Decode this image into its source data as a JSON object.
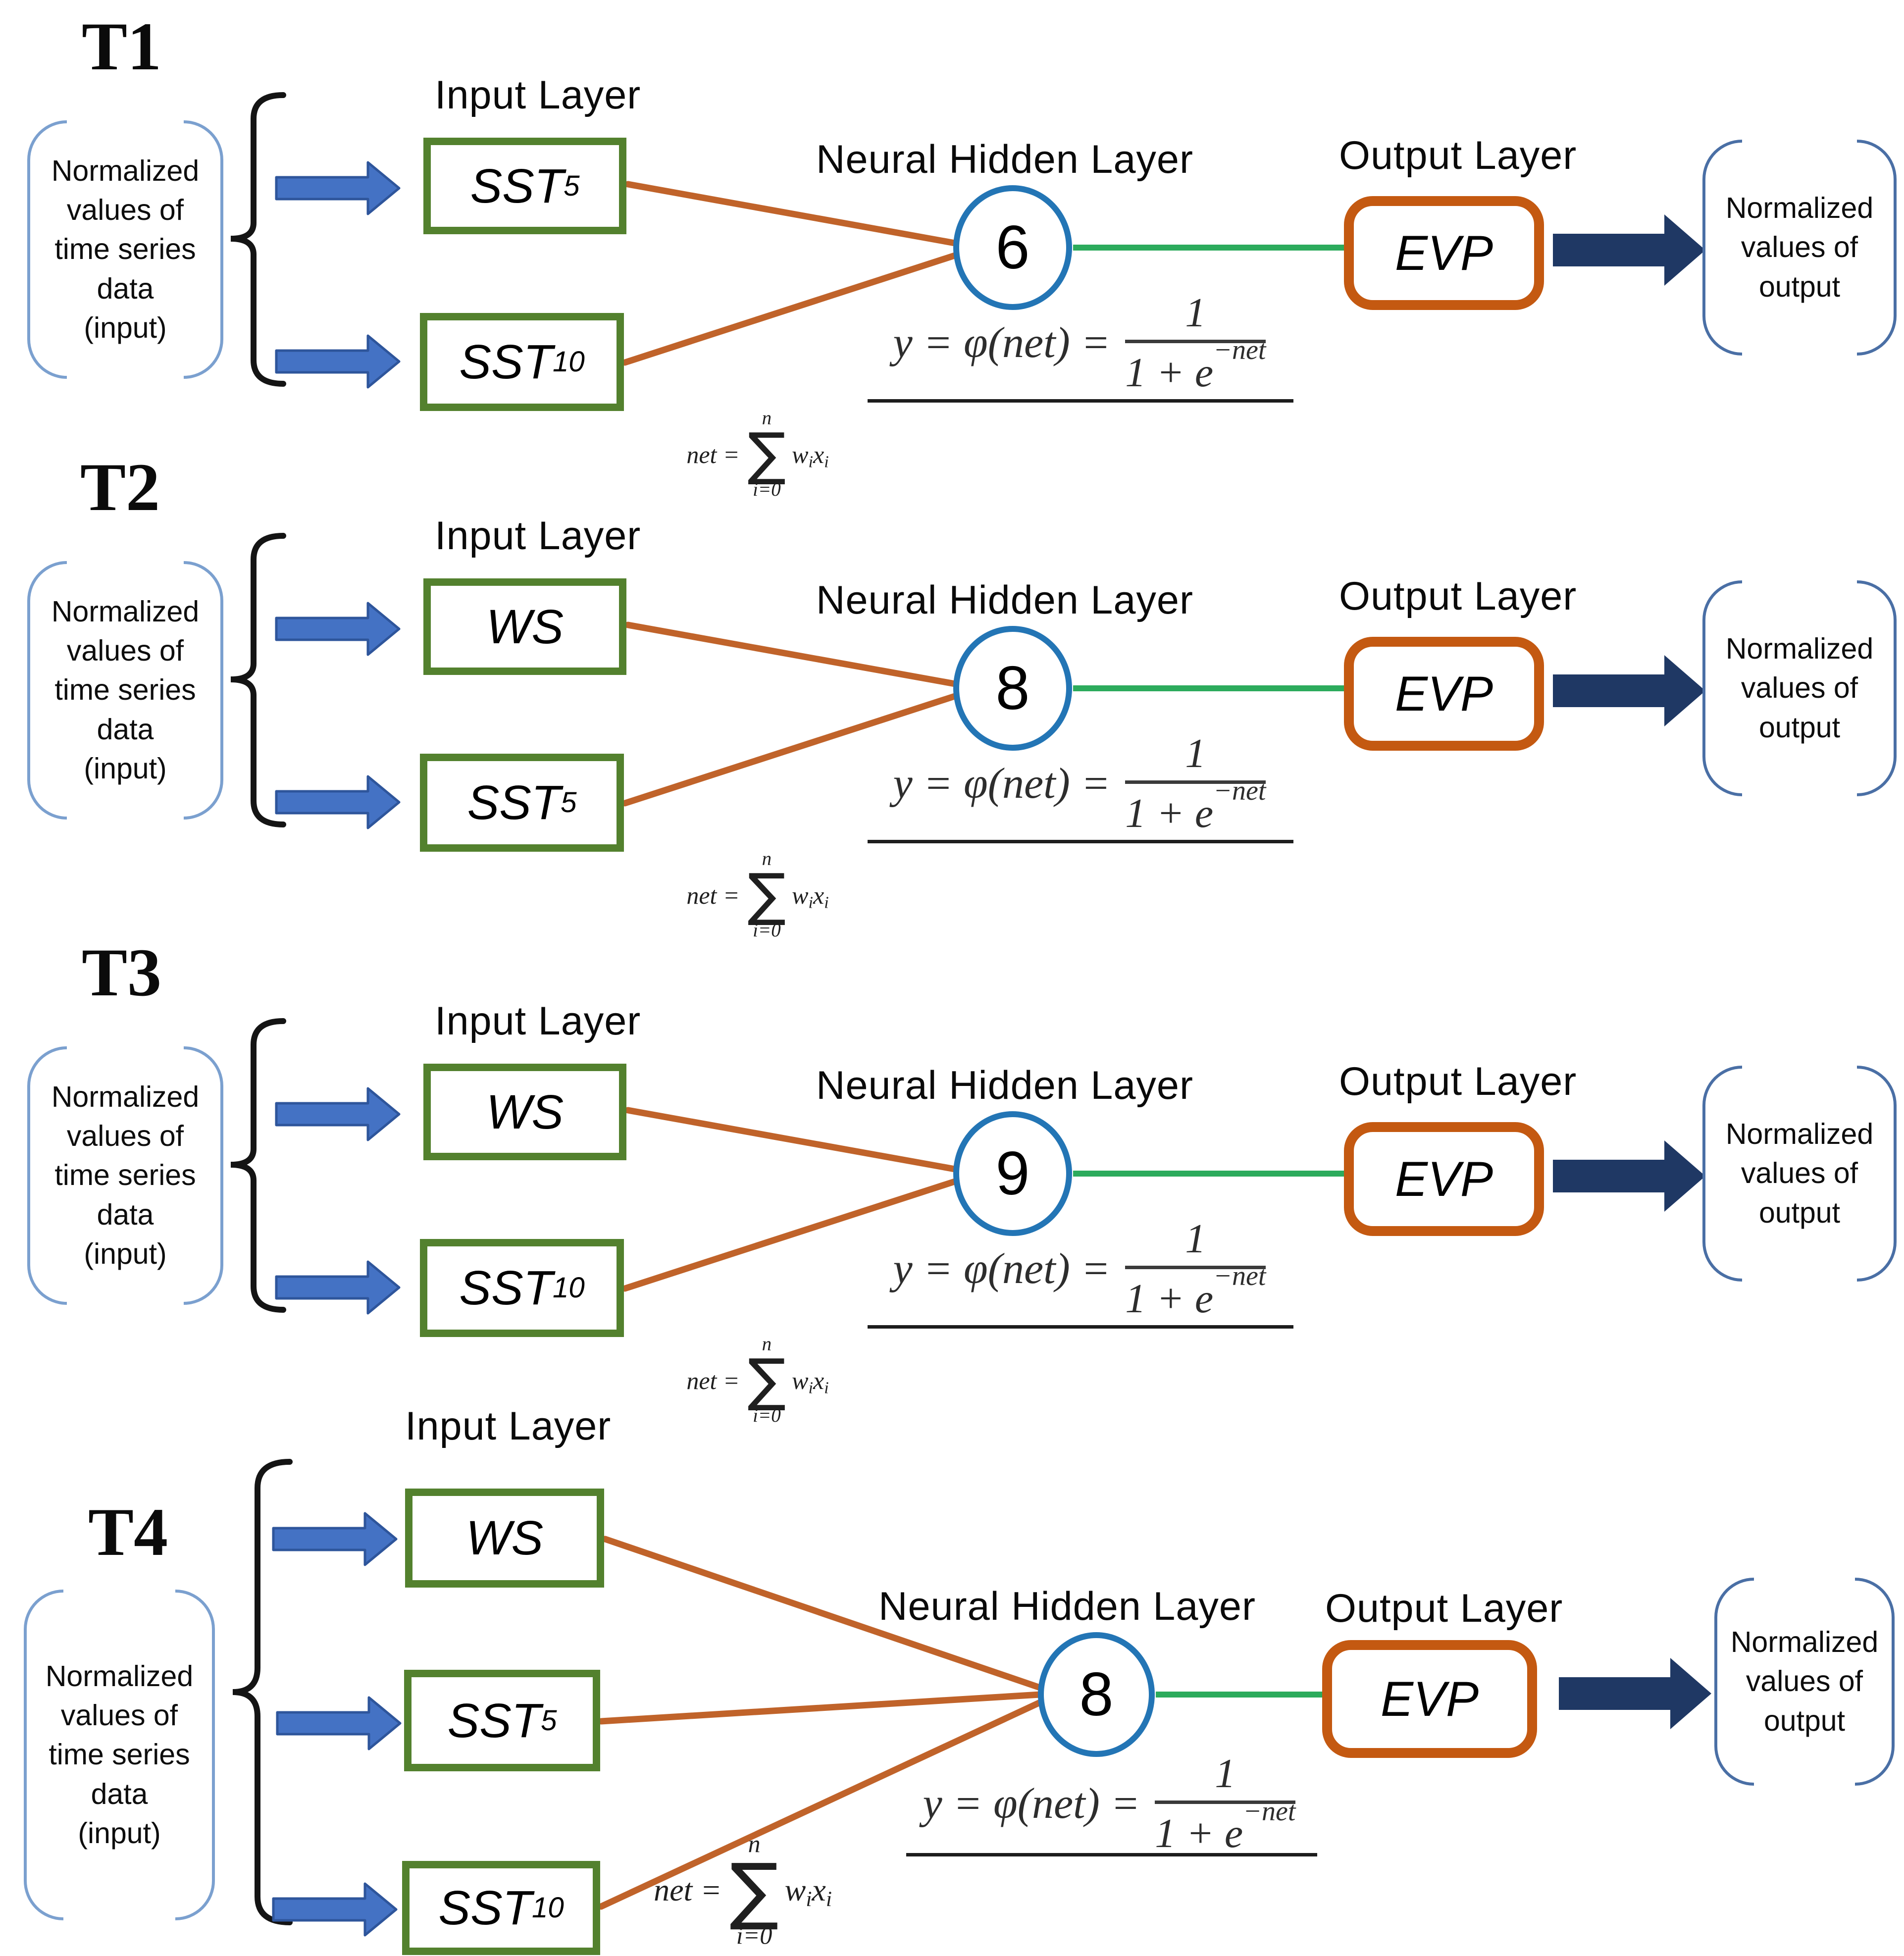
{
  "colors": {
    "input_box_border": "#53812e",
    "hidden_circle_border": "#2375b5",
    "output_box_border": "#c45911",
    "connector_orange": "#c0632a",
    "connector_green": "#2cab5c",
    "arrow_blue_fill": "#4472c4",
    "arrow_blue_stroke": "#2e559b",
    "arrow_navy": "#1f3864",
    "left_bracket_stroke": "#7ba0cf",
    "right_bracket_stroke": "#4a6fa5",
    "brace_black": "#141414"
  },
  "labels": {
    "input_layer": "Input Layer",
    "hidden_layer": "Neural Hidden Layer",
    "output_layer": "Output Layer",
    "left_bracket_text": "Normalized\nvalues of\ntime series\ndata\n(input)",
    "right_bracket_text": "Normalized\nvalues of\noutput"
  },
  "formulas": {
    "activation": {
      "lhs": "y = φ(net) =",
      "numerator": "1",
      "denominator_base": "1 + e",
      "denominator_exponent": "−net"
    },
    "net": {
      "lhs": "net =",
      "sigma": "∑",
      "upper": "n",
      "lower": "i=0",
      "body_w": "w",
      "body_w_sub": "i",
      "body_x": "x",
      "body_x_sub": "i"
    }
  },
  "networks": [
    {
      "title": "T1",
      "hidden_units": "6",
      "output": "EVP",
      "inputs": [
        {
          "base": "SST",
          "sub": "5"
        },
        {
          "base": "SST",
          "sub": "10"
        }
      ]
    },
    {
      "title": "T2",
      "hidden_units": "8",
      "output": "EVP",
      "inputs": [
        {
          "base": "WS",
          "sub": ""
        },
        {
          "base": "SST",
          "sub": "5"
        }
      ]
    },
    {
      "title": "T3",
      "hidden_units": "9",
      "output": "EVP",
      "inputs": [
        {
          "base": "WS",
          "sub": ""
        },
        {
          "base": "SST",
          "sub": "10"
        }
      ]
    },
    {
      "title": "T4",
      "hidden_units": "8",
      "output": "EVP",
      "inputs": [
        {
          "base": "WS",
          "sub": ""
        },
        {
          "base": "SST",
          "sub": "5"
        },
        {
          "base": "SST",
          "sub": "10"
        }
      ]
    }
  ]
}
